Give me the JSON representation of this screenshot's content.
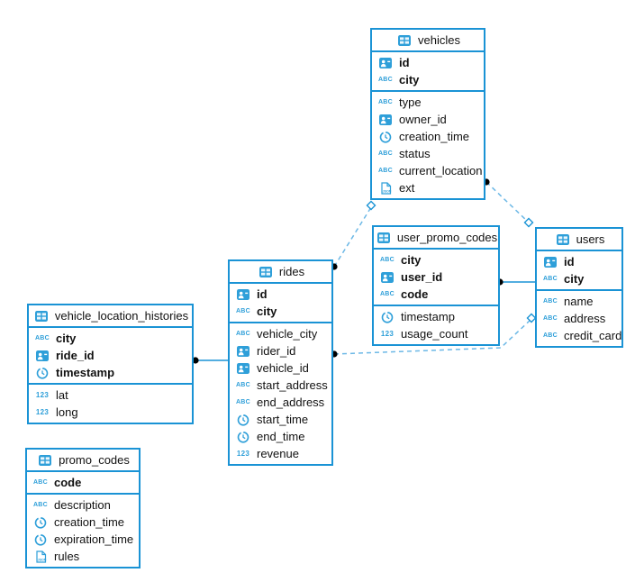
{
  "palette": {
    "table_border": "#1a93d5",
    "icon_blue": "#2e9fd9",
    "dashed_line": "#6cb8e6",
    "solid_line": "#1a93d5",
    "endpoint_dot": "#000000",
    "text": "#111111",
    "background": "#ffffff"
  },
  "tables": [
    {
      "name": "vehicles",
      "icon": "table-icon",
      "pk": [
        {
          "name": "id",
          "icon": "id-icon"
        },
        {
          "name": "city",
          "icon": "text-icon"
        }
      ],
      "cols": [
        {
          "name": "type",
          "icon": "text-icon"
        },
        {
          "name": "owner_id",
          "icon": "id-icon"
        },
        {
          "name": "creation_time",
          "icon": "clock-icon"
        },
        {
          "name": "status",
          "icon": "text-icon"
        },
        {
          "name": "current_location",
          "icon": "text-icon"
        },
        {
          "name": "ext",
          "icon": "json-icon"
        }
      ]
    },
    {
      "name": "user_promo_codes",
      "icon": "table-icon",
      "pk": [
        {
          "name": "city",
          "icon": "text-icon"
        },
        {
          "name": "user_id",
          "icon": "id-icon"
        },
        {
          "name": "code",
          "icon": "text-icon"
        }
      ],
      "cols": [
        {
          "name": "timestamp",
          "icon": "clock-icon"
        },
        {
          "name": "usage_count",
          "icon": "number-icon"
        }
      ]
    },
    {
      "name": "users",
      "icon": "table-icon",
      "pk": [
        {
          "name": "id",
          "icon": "id-icon"
        },
        {
          "name": "city",
          "icon": "text-icon"
        }
      ],
      "cols": [
        {
          "name": "name",
          "icon": "text-icon"
        },
        {
          "name": "address",
          "icon": "text-icon"
        },
        {
          "name": "credit_card",
          "icon": "text-icon"
        }
      ]
    },
    {
      "name": "rides",
      "icon": "table-icon",
      "pk": [
        {
          "name": "id",
          "icon": "id-icon"
        },
        {
          "name": "city",
          "icon": "text-icon"
        }
      ],
      "cols": [
        {
          "name": "vehicle_city",
          "icon": "text-icon"
        },
        {
          "name": "rider_id",
          "icon": "id-icon"
        },
        {
          "name": "vehicle_id",
          "icon": "id-icon"
        },
        {
          "name": "start_address",
          "icon": "text-icon"
        },
        {
          "name": "end_address",
          "icon": "text-icon"
        },
        {
          "name": "start_time",
          "icon": "clock-icon"
        },
        {
          "name": "end_time",
          "icon": "clock-icon"
        },
        {
          "name": "revenue",
          "icon": "number-icon"
        }
      ]
    },
    {
      "name": "vehicle_location_histories",
      "icon": "table-icon",
      "pk": [
        {
          "name": "city",
          "icon": "text-icon"
        },
        {
          "name": "ride_id",
          "icon": "id-icon"
        },
        {
          "name": "timestamp",
          "icon": "clock-icon"
        }
      ],
      "cols": [
        {
          "name": "lat",
          "icon": "number-icon"
        },
        {
          "name": "long",
          "icon": "number-icon"
        }
      ]
    },
    {
      "name": "promo_codes",
      "icon": "table-icon",
      "pk": [
        {
          "name": "code",
          "icon": "text-icon"
        }
      ],
      "cols": [
        {
          "name": "description",
          "icon": "text-icon"
        },
        {
          "name": "creation_time",
          "icon": "clock-icon"
        },
        {
          "name": "expiration_time",
          "icon": "clock-icon"
        },
        {
          "name": "rules",
          "icon": "json-icon"
        }
      ]
    }
  ],
  "relationships": [
    {
      "from": "rides",
      "to": "vehicles",
      "line": "dashed",
      "from_marker": "dot",
      "to_marker": "diamond"
    },
    {
      "from": "vehicles",
      "to": "users",
      "line": "dashed",
      "from_marker": "dot",
      "to_marker": "diamond"
    },
    {
      "from": "user_promo_codes",
      "to": "users",
      "line": "solid",
      "from_marker": "dot",
      "to_marker": "none"
    },
    {
      "from": "rides",
      "to": "users",
      "line": "dashed",
      "from_marker": "dot",
      "to_marker": "diamond"
    },
    {
      "from": "vehicle_location_histories",
      "to": "rides",
      "line": "solid",
      "from_marker": "dot",
      "to_marker": "none"
    }
  ]
}
